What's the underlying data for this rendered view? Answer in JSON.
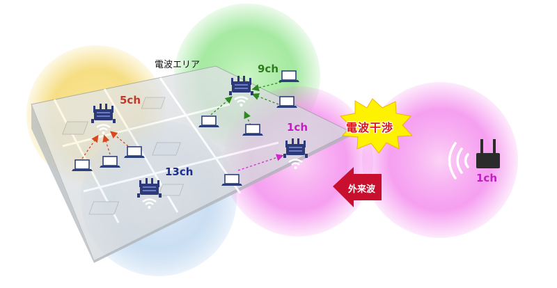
{
  "labels": {
    "area_title": "電波エリア",
    "interference": "電波干渉",
    "external_wave": "外来波"
  },
  "access_points": [
    {
      "id": "ap-5ch",
      "channel": "5ch",
      "color": "#c0392b",
      "zone_color": "#f3d35a"
    },
    {
      "id": "ap-9ch",
      "channel": "9ch",
      "color": "#2e7d1e",
      "zone_color": "#7fe07a"
    },
    {
      "id": "ap-1ch",
      "channel": "1ch",
      "color": "#c21fc0",
      "zone_color": "#f277ea"
    },
    {
      "id": "ap-13ch",
      "channel": "13ch",
      "color": "#1f2f8c",
      "zone_color": "#9fc4ea"
    }
  ],
  "external_router": {
    "channel": "1ch",
    "color": "#c21fc0"
  },
  "colors": {
    "burst_fill": "#fff200",
    "burst_text": "#d7141a",
    "arrow_fill": "#c8102e",
    "ap_body": "#2d3a7a",
    "router_body": "#2b2b2b",
    "laptop": "#2d3f7a"
  },
  "icons": [
    "access-point-icon",
    "laptop-icon",
    "router-icon",
    "wifi-waves-icon",
    "interference-burst-icon",
    "arrow-left-icon"
  ]
}
